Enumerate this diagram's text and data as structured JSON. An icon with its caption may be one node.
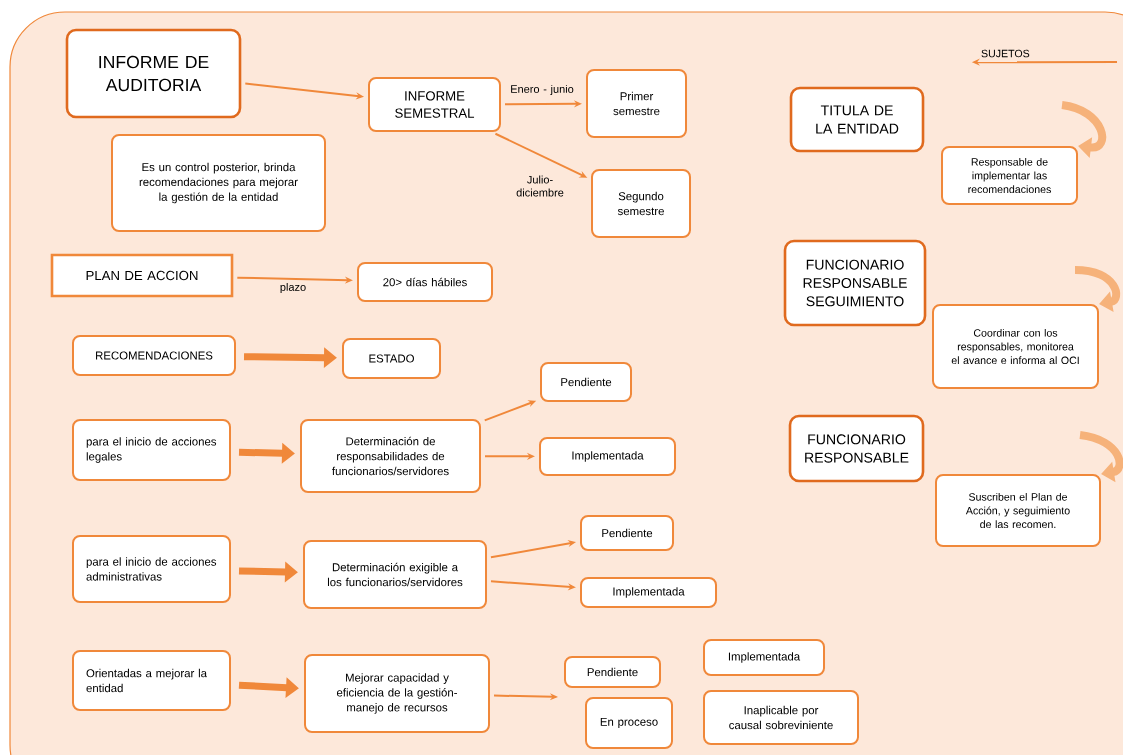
{
  "diagram": {
    "nodes": [
      {
        "text": [
          "INFORME DE AUDITORIA"
        ]
      },
      {
        "text": [
          "Es un control posterior, brinda recomendaciones para mejorar la gestión de la entidad"
        ]
      },
      {
        "text": [
          "INFORME SEMESTRAL"
        ]
      },
      {
        "text": [
          "Primer semestre"
        ]
      },
      {
        "text": [
          "Segundo semestre"
        ]
      },
      {
        "text": [
          "PLAN DE ACCION"
        ]
      },
      {
        "text": [
          "20> días hábiles"
        ]
      },
      {
        "text": [
          "RECOMENDACIONES"
        ]
      },
      {
        "text": [
          "ESTADO"
        ]
      },
      {
        "text": [
          "para el inicio de acciones legales"
        ]
      },
      {
        "text": [
          "Determinación de responsabilidades de funcionarios/servidores"
        ]
      },
      {
        "text": [
          "Pendiente"
        ]
      },
      {
        "text": [
          "Implementada"
        ]
      },
      {
        "text": [
          "para el inicio de acciones administrativas"
        ]
      },
      {
        "text": [
          "Determinación exigible a los funcionarios/servidores"
        ]
      },
      {
        "text": [
          "Pendiente"
        ]
      },
      {
        "text": [
          "Implementada"
        ]
      },
      {
        "text": [
          "Orientadas a mejorar la entidad"
        ]
      },
      {
        "text": [
          "Mejorar capacidad y eficiencia de la gestión- manejo de recursos"
        ]
      },
      {
        "text": [
          "Pendiente"
        ]
      },
      {
        "text": [
          "En proceso"
        ]
      },
      {
        "text": [
          "Implementada"
        ]
      },
      {
        "text": [
          "Inaplicable por causal sobreviniente"
        ]
      },
      {
        "text": [
          "SUJETOS"
        ]
      },
      {
        "text": [
          "TITULA DE LA ENTIDAD"
        ]
      },
      {
        "text": [
          "Responsable de implementar las recomendaciones"
        ]
      },
      {
        "text": [
          "FUNCIONARIO RESPONSABLE SEGUIMIENTO"
        ]
      },
      {
        "text": [
          "Coordinar con los responsables, monitorea el avance e informa al OCI"
        ]
      },
      {
        "text": [
          "FUNCIONARIO RESPONSABLE"
        ]
      },
      {
        "text": [
          "Suscriben el Plan de Acción, y seguimiento de las recomen."
        ]
      }
    ],
    "edges": [
      {
        "from": 0,
        "to": 2,
        "arrow": "to"
      },
      {
        "from": 2,
        "to": 3,
        "arrow": "to",
        "label": "Enero - junio"
      },
      {
        "from": 2,
        "to": 4,
        "arrow": "to",
        "label": "Julio- diciembre"
      },
      {
        "from": 5,
        "to": 6,
        "arrow": "to",
        "label": "plazo"
      },
      {
        "from": 7,
        "to": 8,
        "arrow": "to",
        "style": "thick"
      },
      {
        "from": 9,
        "to": 10,
        "arrow": "to",
        "style": "thick"
      },
      {
        "from": 10,
        "to": 11,
        "arrow": "to"
      },
      {
        "from": 10,
        "to": 12,
        "arrow": "to"
      },
      {
        "from": 13,
        "to": 14,
        "arrow": "to",
        "style": "thick"
      },
      {
        "from": 14,
        "to": 15,
        "arrow": "to"
      },
      {
        "from": 14,
        "to": 16,
        "arrow": "to"
      },
      {
        "from": 17,
        "to": 18,
        "arrow": "to",
        "style": "thick"
      },
      {
        "from": 18,
        "to": null,
        "arrow": "to"
      },
      {
        "from": null,
        "to": 23,
        "arrow": "to"
      },
      {
        "from": null,
        "to": 25,
        "arrow": "to",
        "style": "thick"
      },
      {
        "from": null,
        "to": 27,
        "arrow": "to",
        "style": "thick"
      },
      {
        "from": null,
        "to": 29,
        "arrow": "to",
        "style": "thick"
      }
    ]
  }
}
